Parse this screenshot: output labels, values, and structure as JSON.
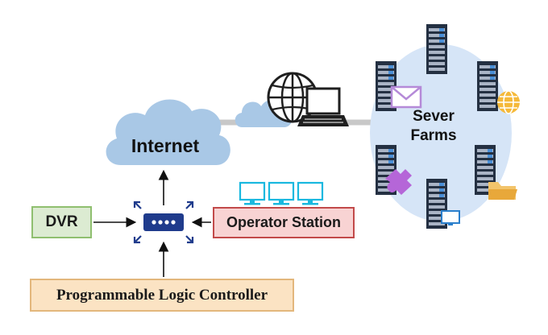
{
  "internet": {
    "label": "Internet"
  },
  "server_farm": {
    "line1": "Sever",
    "line2": "Farms"
  },
  "devices": {
    "dvr": "DVR",
    "operator_station": "Operator Station",
    "plc": "Programmable Logic Controller"
  },
  "colors": {
    "cloud": "#a9c8e6",
    "farm_ellipse": "#d6e5f7",
    "router": "#1f3b8c",
    "arrow": "#1f3b8c",
    "monitor": "#19b8df",
    "server": "#243042",
    "dvr_fill": "#dcebd2",
    "dvr_border": "#8fbf6f",
    "op_fill": "#f8d3d3",
    "op_border": "#c24a4a",
    "plc_fill": "#fbe3c3",
    "plc_border": "#e3b77c",
    "link": "#c8c8c8"
  },
  "icons": [
    "cloud-icon",
    "globe-icon",
    "laptop-icon",
    "router-icon",
    "monitor-icon",
    "server-icon",
    "mail-icon",
    "web-icon",
    "folder-icon",
    "puzzle-icon",
    "display-icon"
  ]
}
